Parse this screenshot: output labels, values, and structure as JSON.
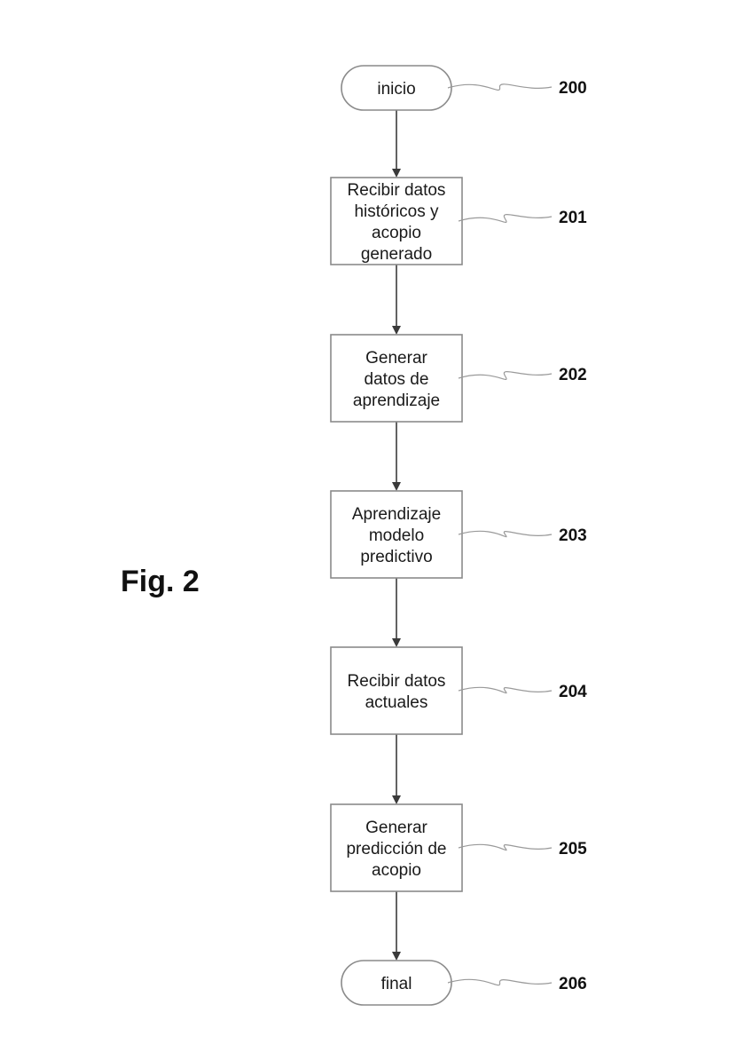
{
  "figure_label": "Fig. 2",
  "steps": [
    {
      "ref": "200",
      "kind": "terminal",
      "lines": [
        "inicio"
      ]
    },
    {
      "ref": "201",
      "kind": "process",
      "lines": [
        "Recibir datos",
        "históricos y",
        "acopio",
        "generado"
      ]
    },
    {
      "ref": "202",
      "kind": "process",
      "lines": [
        "Generar",
        "datos de",
        "aprendizaje"
      ]
    },
    {
      "ref": "203",
      "kind": "process",
      "lines": [
        "Aprendizaje",
        "modelo",
        "predictivo"
      ]
    },
    {
      "ref": "204",
      "kind": "process",
      "lines": [
        "Recibir datos",
        "actuales"
      ]
    },
    {
      "ref": "205",
      "kind": "process",
      "lines": [
        "Generar",
        "predicción de",
        "acopio"
      ]
    },
    {
      "ref": "206",
      "kind": "terminal",
      "lines": [
        "final"
      ]
    }
  ],
  "colors": {
    "shape_stroke": "#8a8a8a",
    "arrow": "#3a3a3a",
    "leader": "#9a9a9a",
    "text": "#1a1a1a"
  }
}
